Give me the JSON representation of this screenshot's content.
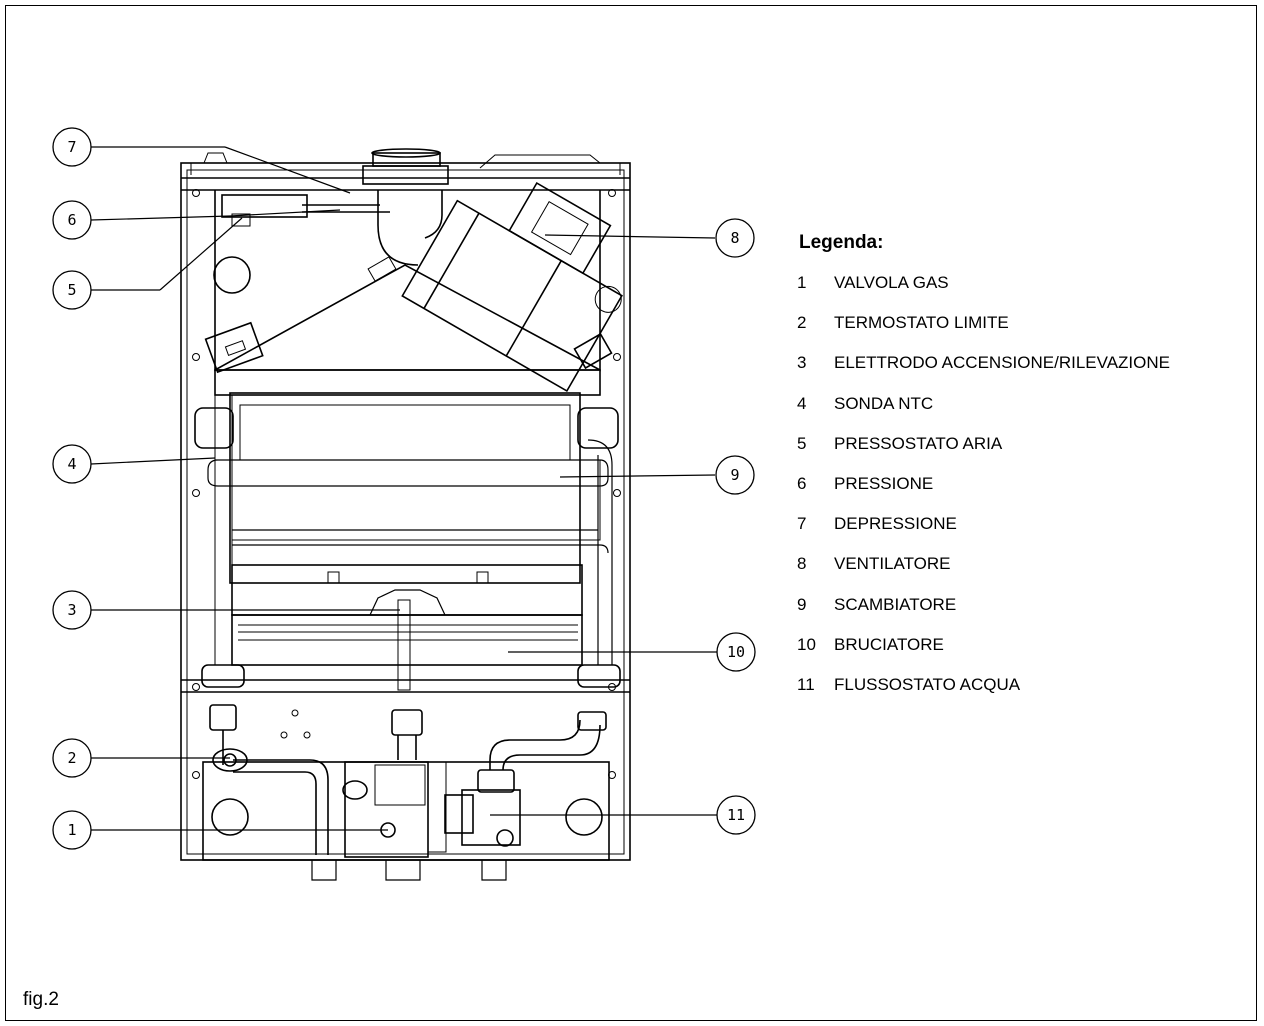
{
  "legend": {
    "title": "Legenda:",
    "items": [
      {
        "num": "1",
        "label": "VALVOLA GAS"
      },
      {
        "num": "2",
        "label": "TERMOSTATO LIMITE"
      },
      {
        "num": "3",
        "label": "ELETTRODO ACCENSIONE/RILEVAZIONE"
      },
      {
        "num": "4",
        "label": "SONDA NTC"
      },
      {
        "num": "5",
        "label": "PRESSOSTATO ARIA"
      },
      {
        "num": "6",
        "label": "PRESSIONE"
      },
      {
        "num": "7",
        "label": "DEPRESSIONE"
      },
      {
        "num": "8",
        "label": "VENTILATORE"
      },
      {
        "num": "9",
        "label": "SCAMBIATORE"
      },
      {
        "num": "10",
        "label": "BRUCIATORE"
      },
      {
        "num": "11",
        "label": "FLUSSOSTATO ACQUA"
      }
    ]
  },
  "callouts": [
    "7",
    "6",
    "5",
    "4",
    "3",
    "2",
    "1",
    "8",
    "9",
    "10",
    "11"
  ],
  "figure_label": "fig.2"
}
